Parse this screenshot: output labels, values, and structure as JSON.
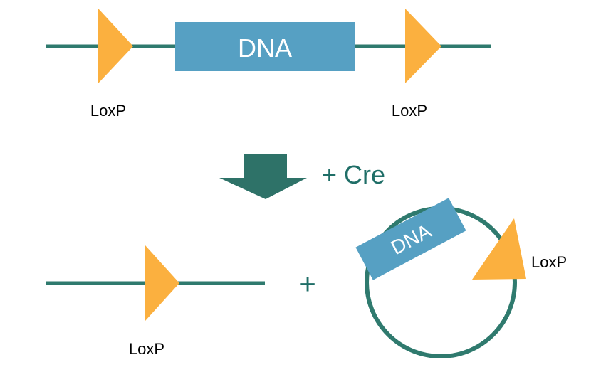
{
  "colors": {
    "strand": "#2f7a6e",
    "box": "#56a0c3",
    "box_text": "#ffffff",
    "loxp": "#fbb03f",
    "arrow": "#2e7268",
    "cre_text": "#1f6e67",
    "plus": "#1f6e67",
    "label": "#000000"
  },
  "top": {
    "dna_label": "DNA",
    "loxp_left": "LoxP",
    "loxp_right": "LoxP"
  },
  "reaction": {
    "add_cre": "+ Cre"
  },
  "bottom": {
    "loxp_linear": "LoxP",
    "plus": "+",
    "circle_dna_label": "DNA",
    "loxp_circle": "LoxP"
  }
}
